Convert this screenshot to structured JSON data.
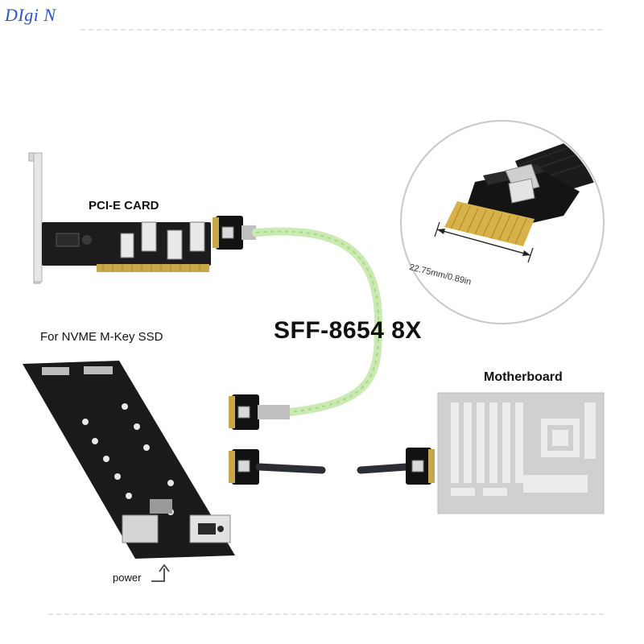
{
  "brand": {
    "logo_text": "DIgi N"
  },
  "labels": {
    "pci_card": "PCI-E CARD",
    "nvme": "For NVME M-Key SSD",
    "main_title": "SFF-8654 8X",
    "motherboard": "Motherboard",
    "power": "power",
    "dimension": "22.75mm/0.89in"
  },
  "icons": [
    "power-arrow-icon"
  ],
  "colors": {
    "cable_green": "#c9eab0",
    "cable_black": "#2b2f33",
    "logo_blue": "#2b55c8",
    "pcb_black": "#1a1a1a"
  }
}
